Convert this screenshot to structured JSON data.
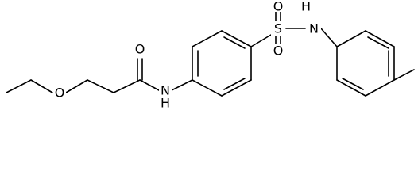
{
  "molecule": {
    "atom_labels": {
      "ether_oxygen": "O",
      "carbonyl_oxygen": "O",
      "amide_nitrogen": "N",
      "amide_hydrogen": "H",
      "sulfur": "S",
      "sulfonyl_oxygen_top": "O",
      "sulfonyl_oxygen_bottom": "O",
      "sulfonamide_hydrogen": "H",
      "sulfonamide_nitrogen": "N"
    }
  },
  "colors": {
    "bond": "#000000",
    "label": "#000000",
    "background": "#ffffff"
  }
}
